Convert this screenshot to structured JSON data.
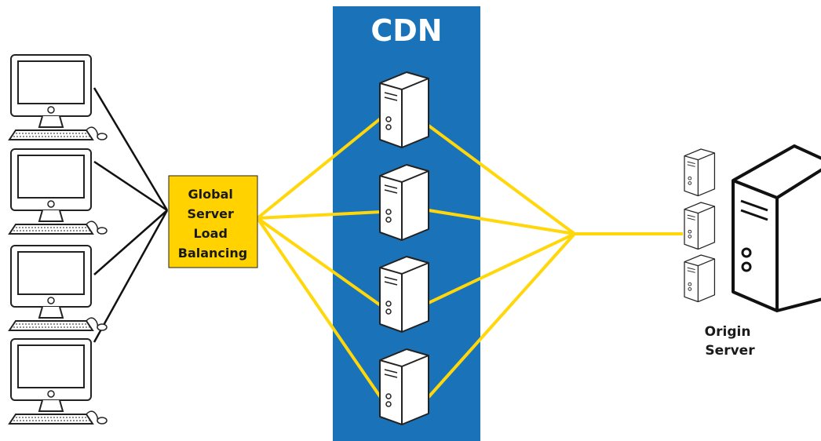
{
  "cdn": {
    "label": "CDN",
    "band_color": "#1a73b8",
    "edge_server_count": 4
  },
  "gslb": {
    "label_lines": [
      "Global",
      "Server",
      "Load",
      "Balancing"
    ],
    "box_color": "#ffd200"
  },
  "origin": {
    "label_lines": [
      "Origin",
      "Server"
    ]
  },
  "clients": {
    "count": 4,
    "icon": "desktop-computer-icon"
  },
  "links": {
    "yellow_color": "#ffd70a",
    "black_color": "#111111"
  },
  "icons": {
    "edge_server": "server-tower-icon",
    "origin_cluster": "small-server-icon",
    "origin_main": "large-server-icon"
  }
}
